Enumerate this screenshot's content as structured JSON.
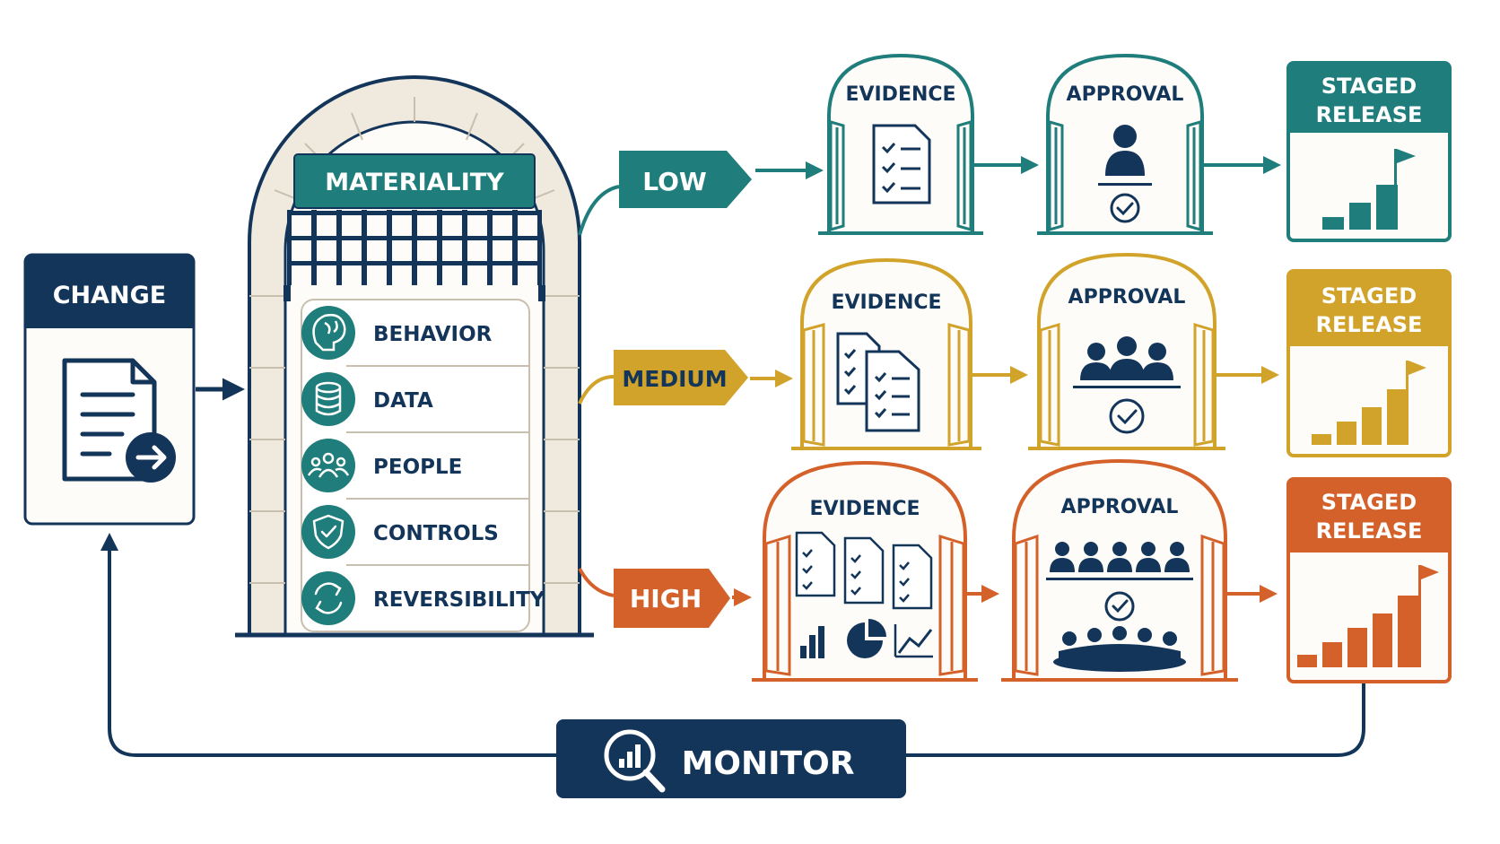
{
  "colors": {
    "navy": "#14355a",
    "teal": "#1f7d7b",
    "gold": "#d2a32b",
    "orange": "#d4612a",
    "stone": "#efe9de",
    "paper": "#fdfcf8"
  },
  "change": {
    "label": "CHANGE",
    "icon": "document-arrow-icon"
  },
  "materiality": {
    "label": "MATERIALITY",
    "factors": [
      {
        "label": "BEHAVIOR",
        "icon": "brain-icon"
      },
      {
        "label": "DATA",
        "icon": "database-icon"
      },
      {
        "label": "PEOPLE",
        "icon": "people-icon"
      },
      {
        "label": "CONTROLS",
        "icon": "shield-check-icon"
      },
      {
        "label": "REVERSIBILITY",
        "icon": "refresh-icon"
      }
    ]
  },
  "tiers": [
    {
      "level": "LOW",
      "evidence": "EVIDENCE",
      "approval": "APPROVAL",
      "release": [
        "STAGED",
        "RELEASE"
      ]
    },
    {
      "level": "MEDIUM",
      "evidence": "EVIDENCE",
      "approval": "APPROVAL",
      "release": [
        "STAGED",
        "RELEASE"
      ]
    },
    {
      "level": "HIGH",
      "evidence": "EVIDENCE",
      "approval": "APPROVAL",
      "release": [
        "STAGED",
        "RELEASE"
      ]
    }
  ],
  "monitor": {
    "label": "MONITOR",
    "icon": "magnifier-chart-icon"
  }
}
